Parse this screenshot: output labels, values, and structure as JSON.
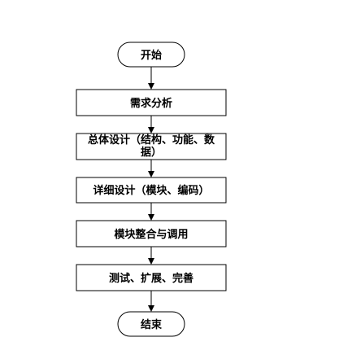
{
  "flowchart": {
    "start_label": "开始",
    "end_label": "结束",
    "steps": [
      {
        "id": "requirements",
        "lines": [
          "需求分析"
        ]
      },
      {
        "id": "overall-design",
        "lines": [
          "总体设计（结构、功能、数",
          "据）"
        ]
      },
      {
        "id": "detailed-design",
        "lines": [
          "详细设计（模块、编码）"
        ]
      },
      {
        "id": "integration",
        "lines": [
          "模块整合与调用"
        ]
      },
      {
        "id": "testing",
        "lines": [
          "测试、扩展、完善"
        ]
      }
    ]
  }
}
